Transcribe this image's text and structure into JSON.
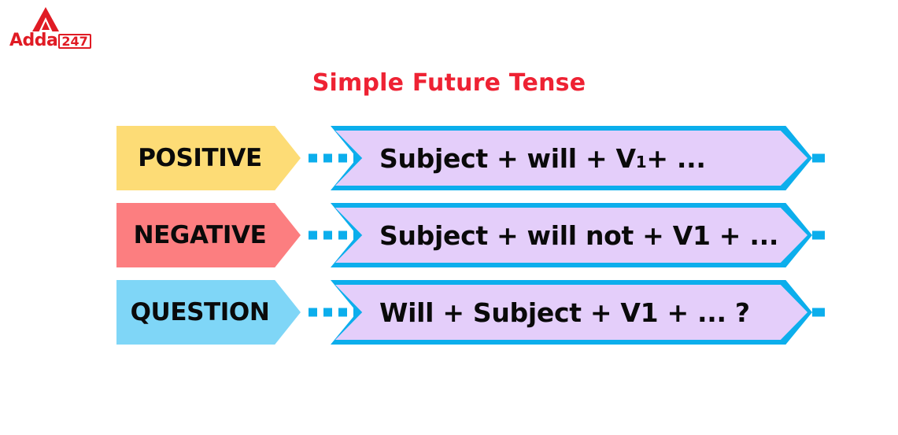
{
  "brand": {
    "name": "Adda",
    "suffix": "247",
    "mark": "triangle-a-logo",
    "color": "#E01B24"
  },
  "title": "Simple Future Tense",
  "title_color": "#EE2233",
  "colors": {
    "positive_banner": "#FDDC76",
    "negative_banner": "#FC7E80",
    "question_banner": "#7FD6F7",
    "formula_border": "#0CAEEC",
    "formula_fill": "#E4CEFA",
    "connector_dot": "#0CAEEC",
    "text": "#0A0A0A"
  },
  "rows": [
    {
      "label": "POSITIVE",
      "banner_color": "#FDDC76",
      "formula_parts": [
        {
          "text": "Subject + will + V",
          "sub": false
        },
        {
          "text": "1",
          "sub": true
        },
        {
          "text": " + ...",
          "sub": false
        }
      ],
      "formula_plain": "Subject + will + V1 + ...",
      "connector_dots": 4
    },
    {
      "label": "NEGATIVE",
      "banner_color": "#FC7E80",
      "formula_parts": [
        {
          "text": "Subject + will not + V1 + ...",
          "sub": false
        }
      ],
      "formula_plain": "Subject + will not + V1 + ...",
      "connector_dots": 4
    },
    {
      "label": "QUESTION",
      "banner_color": "#7FD6F7",
      "formula_parts": [
        {
          "text": "Will + Subject + V1 + ... ?",
          "sub": false
        }
      ],
      "formula_plain": "Will + Subject + V1 + ... ?",
      "connector_dots": 4
    }
  ]
}
